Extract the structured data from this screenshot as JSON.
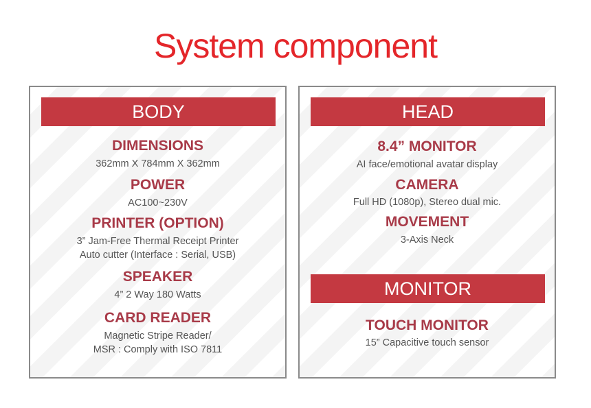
{
  "title": "System component",
  "body": {
    "banner": "BODY",
    "items": [
      {
        "heading": "DIMENSIONS",
        "lines": [
          "362mm X 784mm X 362mm"
        ]
      },
      {
        "heading": "POWER",
        "lines": [
          "AC100~230V"
        ]
      },
      {
        "heading": "PRINTER (OPTION)",
        "lines": [
          "3” Jam-Free Thermal Receipt Printer",
          "Auto cutter (Interface : Serial, USB)"
        ]
      },
      {
        "heading": "SPEAKER",
        "lines": [
          "4” 2 Way 180 Watts"
        ]
      },
      {
        "heading": "CARD READER",
        "lines": [
          "Magnetic Stripe Reader/",
          "MSR : Comply with ISO 7811"
        ]
      }
    ]
  },
  "head": {
    "banner": "HEAD",
    "items": [
      {
        "heading": "8.4” MONITOR",
        "lines": [
          "AI face/emotional avatar display"
        ]
      },
      {
        "heading": "CAMERA",
        "lines": [
          "Full HD (1080p), Stereo dual mic."
        ]
      },
      {
        "heading": "MOVEMENT",
        "lines": [
          "3-Axis Neck"
        ]
      }
    ]
  },
  "monitor": {
    "banner": "MONITOR",
    "items": [
      {
        "heading": "TOUCH MONITOR",
        "lines": [
          "15” Capacitive touch sensor"
        ]
      }
    ]
  },
  "colors": {
    "title": "#e4262a",
    "banner": "#c43941",
    "heading": "#a83a48",
    "text": "#555555"
  }
}
